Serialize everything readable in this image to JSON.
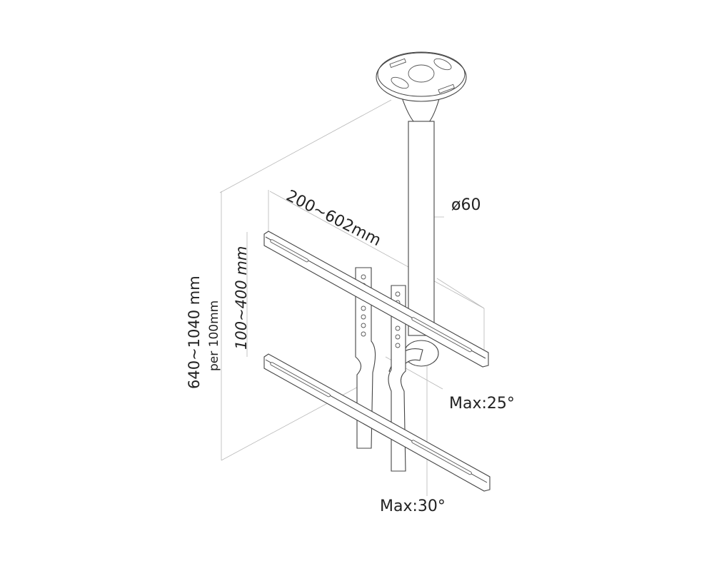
{
  "diagram": {
    "subject": "ceiling TV mount",
    "colors": {
      "line": "#444444",
      "dimension_line": "#b8b8b8",
      "text": "#222222",
      "background": "#ffffff"
    },
    "dimensions": {
      "plate_width": "200~602mm",
      "pole_diameter": "ø60",
      "drop_height": "640~1040 mm",
      "drop_step": "per 100mm",
      "vesa_height": "100~400 mm",
      "max_tilt": "Max:25°",
      "max_swivel": "Max:30°"
    },
    "components": [
      "ceiling-plate",
      "extension-pole",
      "tilt-joint",
      "top-mounting-bar",
      "bottom-mounting-bar",
      "left-vertical-bracket",
      "right-vertical-bracket"
    ]
  }
}
